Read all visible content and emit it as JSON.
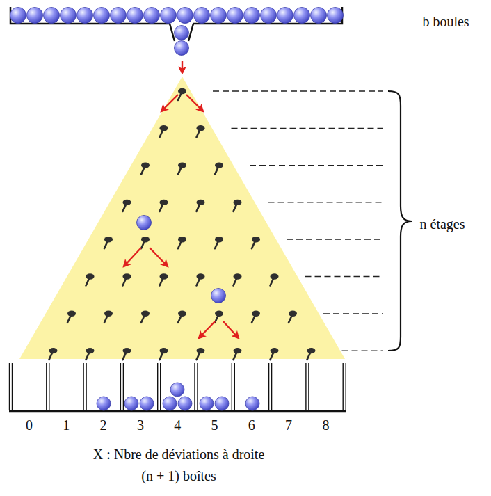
{
  "diagram": {
    "labels": [
      "b boules",
      "n étages",
      "0",
      "1",
      "2",
      "3",
      "4",
      "5",
      "6",
      "7",
      "8",
      "X : Nbre de déviations à droite",
      "(n + 1) boîtes"
    ]
  }
}
